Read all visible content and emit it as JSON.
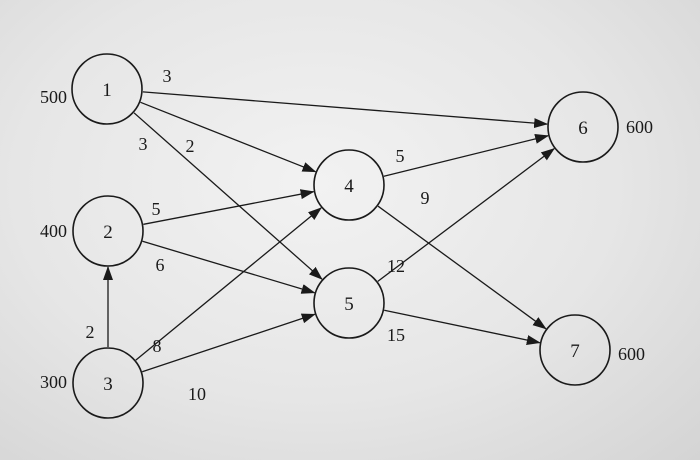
{
  "nodes": [
    {
      "id": "1",
      "label": "1",
      "value": "500"
    },
    {
      "id": "2",
      "label": "2",
      "value": "400"
    },
    {
      "id": "3",
      "label": "3",
      "value": "300"
    },
    {
      "id": "4",
      "label": "4",
      "value": ""
    },
    {
      "id": "5",
      "label": "5",
      "value": ""
    },
    {
      "id": "6",
      "label": "6",
      "value": "600"
    },
    {
      "id": "7",
      "label": "7",
      "value": "600"
    }
  ],
  "edges": [
    {
      "from": "1",
      "to": "6",
      "label": "3"
    },
    {
      "from": "1",
      "to": "4",
      "label": "2"
    },
    {
      "from": "1",
      "to": "5",
      "label": "3"
    },
    {
      "from": "2",
      "to": "4",
      "label": "5"
    },
    {
      "from": "2",
      "to": "5",
      "label": "6"
    },
    {
      "from": "3",
      "to": "2",
      "label": "2"
    },
    {
      "from": "3",
      "to": "4",
      "label": "8"
    },
    {
      "from": "3",
      "to": "5",
      "label": "10"
    },
    {
      "from": "4",
      "to": "6",
      "label": "5"
    },
    {
      "from": "4",
      "to": "7",
      "label": "9"
    },
    {
      "from": "5",
      "to": "6",
      "label": "12"
    },
    {
      "from": "5",
      "to": "7",
      "label": "15"
    }
  ]
}
